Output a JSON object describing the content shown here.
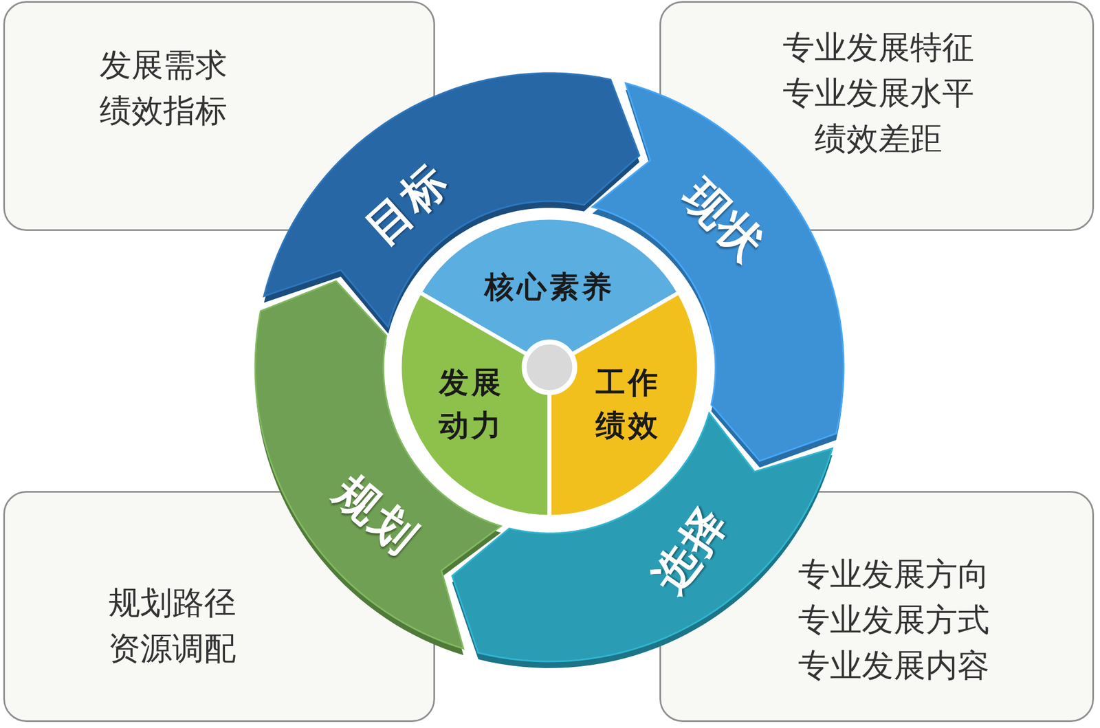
{
  "diagram": {
    "nodes": [
      {
        "text": [
          "发展需求",
          "绩效指标"
        ]
      },
      {
        "text": [
          "专业发展特征",
          "专业发展水平",
          "绩效差距"
        ]
      },
      {
        "text": [
          "规划路径",
          "资源调配"
        ]
      },
      {
        "text": [
          "专业发展方向",
          "专业发展方式",
          "专业发展内容"
        ]
      },
      {
        "text": [
          "目标"
        ]
      },
      {
        "text": [
          "现状"
        ]
      },
      {
        "text": [
          "选择"
        ]
      },
      {
        "text": [
          "规划"
        ]
      },
      {
        "text": [
          "核心素养"
        ]
      },
      {
        "text": [
          "发展 动力"
        ]
      },
      {
        "text": [
          "工作 绩效"
        ]
      }
    ]
  }
}
